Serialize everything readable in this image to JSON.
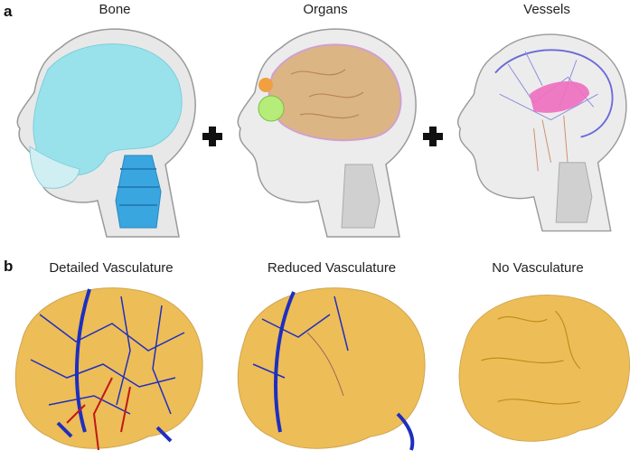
{
  "panel_a": {
    "letter": "a",
    "labels": [
      "Bone",
      "Organs",
      "Vessels"
    ]
  },
  "panel_b": {
    "letter": "b",
    "labels": [
      "Detailed Vasculature",
      "Reduced Vasculature",
      "No Vasculature"
    ]
  },
  "colors": {
    "bone": "#7fe0ee",
    "spine": "#3aa6e0",
    "brain": "#d9a86c",
    "vessel_blue": "#1e2fbf",
    "vessel_red": "#c01818",
    "brain_gold": "#e8a820"
  }
}
